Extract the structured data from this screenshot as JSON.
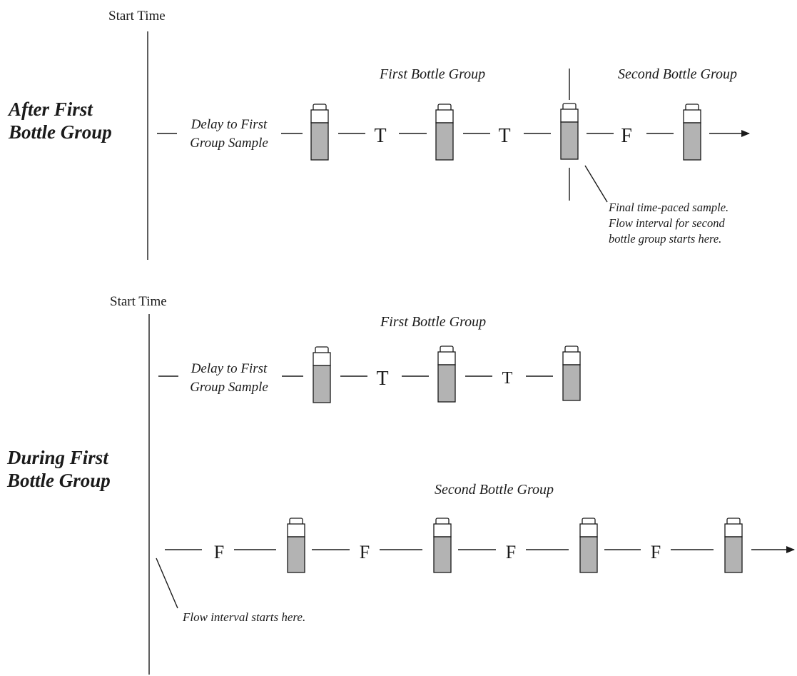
{
  "colors": {
    "ink": "#1a1a1a",
    "liquid": "#b3b3b3",
    "background": "#ffffff"
  },
  "scenario_after": {
    "title_line1": "After First",
    "title_line2": "Bottle Group",
    "start_time": "Start Time",
    "first_group_label": "First Bottle Group",
    "second_group_label": "Second Bottle Group",
    "delay_line1": "Delay to First",
    "delay_line2": "Group Sample",
    "interval_1": "T",
    "interval_2": "T",
    "interval_3": "F",
    "note_line1": "Final time-paced sample.",
    "note_line2": "Flow interval for second",
    "note_line3": "bottle group starts here."
  },
  "scenario_during": {
    "title_line1": "During First",
    "title_line2": "Bottle Group",
    "start_time": "Start Time",
    "first_group_label": "First Bottle Group",
    "second_group_label": "Second Bottle Group",
    "delay_line1": "Delay to First",
    "delay_line2": "Group Sample",
    "interval_1": "T",
    "interval_2": "T",
    "flow_1": "F",
    "flow_2": "F",
    "flow_3": "F",
    "flow_4": "F",
    "note": "Flow interval starts here."
  }
}
